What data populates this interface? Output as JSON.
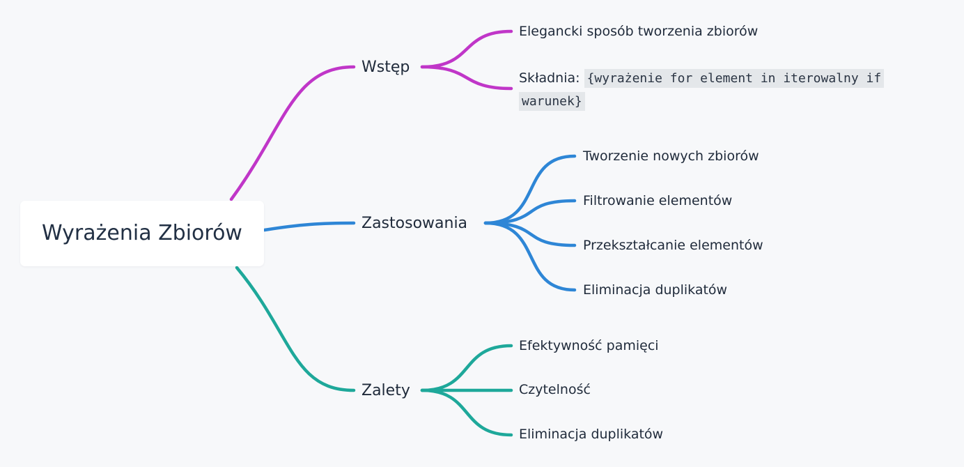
{
  "root": {
    "label": "Wyrażenia Zbiorów"
  },
  "branches": [
    {
      "id": "wstep",
      "label": "Wstęp",
      "color": "#c036c8",
      "leaves": [
        {
          "text": "Elegancki sposób tworzenia zbiorów"
        },
        {
          "prefix": "Składnia: ",
          "code": "{wyrażenie for element in iterowalny if warunek}"
        }
      ]
    },
    {
      "id": "zastosowania",
      "label": "Zastosowania",
      "color": "#2e86d6",
      "leaves": [
        {
          "text": "Tworzenie nowych zbiorów"
        },
        {
          "text": "Filtrowanie elementów"
        },
        {
          "text": "Przekształcanie elementów"
        },
        {
          "text": "Eliminacja duplikatów"
        }
      ]
    },
    {
      "id": "zalety",
      "label": "Zalety",
      "color": "#1ea89a",
      "leaves": [
        {
          "text": "Efektywność pamięci"
        },
        {
          "text": "Czytelność"
        },
        {
          "text": "Eliminacja duplikatów"
        }
      ]
    }
  ]
}
